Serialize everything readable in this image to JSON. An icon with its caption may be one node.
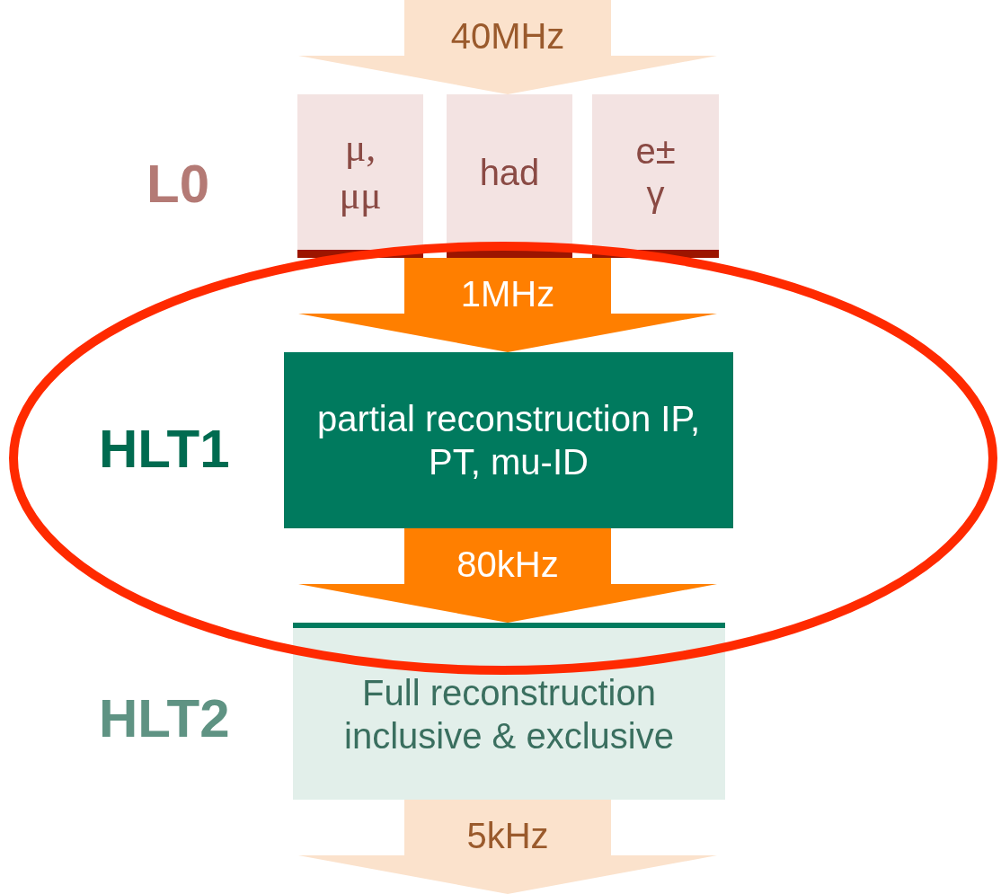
{
  "diagram": {
    "nodes": [
      {
        "text": [
          "μ, μμ"
        ]
      },
      {
        "text": [
          "had"
        ]
      },
      {
        "text": [
          "e± γ"
        ]
      },
      {
        "text": [
          "partial reconstruction IP, PT, mu-ID"
        ]
      },
      {
        "text": [
          "Full reconstruction inclusive & exclusive"
        ]
      }
    ],
    "edges": [
      {
        "from": null,
        "to": 0,
        "arrow": "to",
        "color": "#fdf1e7"
      },
      {
        "from": null,
        "to": 1,
        "arrow": "to",
        "label": "40MHz",
        "color": "#fdf1e7"
      },
      {
        "from": null,
        "to": 2,
        "arrow": "to",
        "color": "#fdf1e7"
      },
      {
        "from": 0,
        "to": 3,
        "arrow": "to"
      },
      {
        "from": 1,
        "to": 3,
        "arrow": "to",
        "label": "1MHz"
      },
      {
        "from": 2,
        "to": 3,
        "arrow": "to"
      },
      {
        "from": 3,
        "to": 4,
        "arrow": "to",
        "label": "80kHz"
      },
      {
        "from": 4,
        "to": null,
        "arrow": "to",
        "label": "5kHz",
        "color": "#fdf1e7"
      }
    ],
    "labels": [
      "L0",
      "HLT1",
      "HLT2"
    ]
  }
}
